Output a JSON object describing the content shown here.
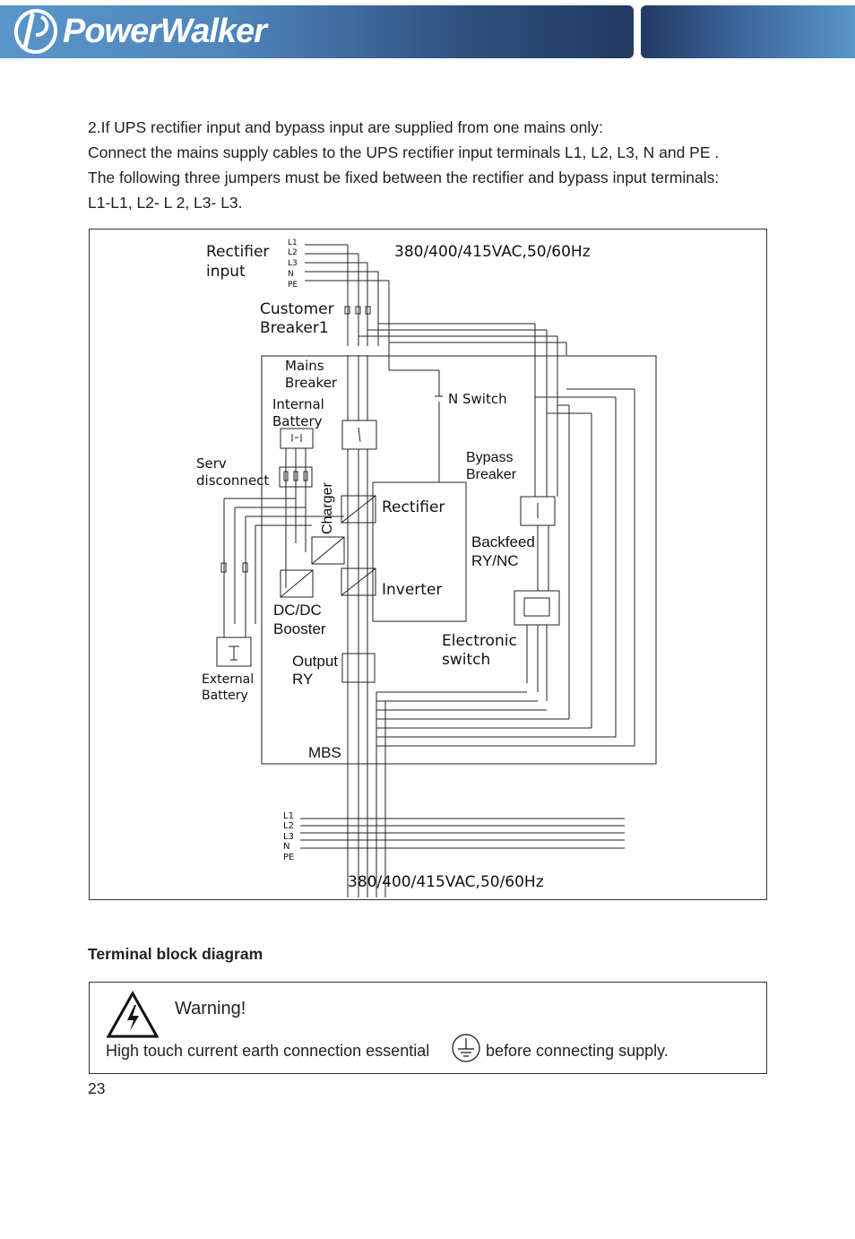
{
  "brand": {
    "name": "PowerWalker"
  },
  "intro": {
    "line1": "2.If UPS rectifier input and bypass input are supplied from one mains only:",
    "line2": "Connect the mains supply cables to the UPS rectifier input terminals L1, L2, L3, N and PE .",
    "line3": "The following three jumpers must be fixed between the rectifier and bypass input terminals:",
    "line4": "L1-L1, L2- L 2, L3- L3."
  },
  "diagram": {
    "voltage_top": "380/400/415VAC,50/60Hz",
    "voltage_bottom": "380/400/415VAC,50/60Hz",
    "rectifier_input": [
      "Rectifier",
      "input"
    ],
    "line_labels": [
      "L1",
      "L2",
      "L3",
      "N",
      "PE"
    ],
    "customer_breaker": [
      "Customer",
      "Breaker1"
    ],
    "mains_breaker": [
      "Mains",
      "Breaker"
    ],
    "internal_battery": [
      "Internal",
      "Battery"
    ],
    "serv_disconnect": [
      "Serv",
      "disconnect"
    ],
    "charger": "Charger",
    "rectifier": "Rectifier",
    "inverter": "Inverter",
    "n_switch": "N Switch",
    "bypass_breaker": [
      "Bypass",
      "Breaker"
    ],
    "backfeed": [
      "Backfeed",
      "RY/NC"
    ],
    "electronic_switch": [
      "Electronic",
      "switch"
    ],
    "dcdc_booster": [
      "DC/DC",
      "Booster"
    ],
    "output_ry": [
      "Output",
      "RY"
    ],
    "external_battery": [
      "External",
      "Battery"
    ],
    "mbs": "MBS",
    "terminal_labels": [
      "L1",
      "L2",
      "L3",
      "N"
    ]
  },
  "section_title": "Terminal block diagram",
  "warning": {
    "title": "Warning!",
    "text_before": "High touch current earth connection essential",
    "text_after": "before connecting supply."
  },
  "page_number": "23"
}
